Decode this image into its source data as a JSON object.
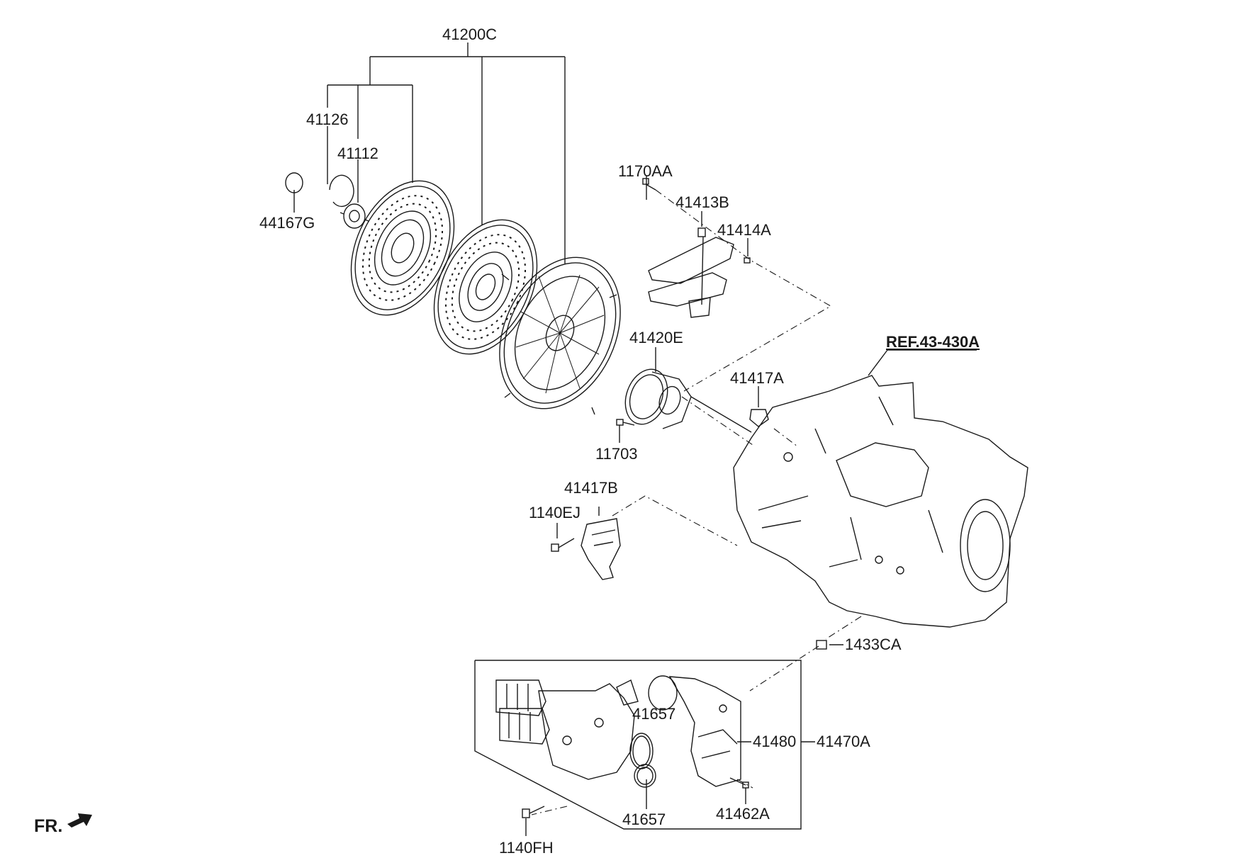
{
  "labels": {
    "p41200C": "41200C",
    "p41126": "41126",
    "p41112": "41112",
    "p44167G": "44167G",
    "p1170AA": "1170AA",
    "p41413B": "41413B",
    "p41414A": "41414A",
    "p41420E": "41420E",
    "p41417A": "41417A",
    "p11703": "11703",
    "p41417B": "41417B",
    "p1140EJ": "1140EJ",
    "ref": "REF.43-430A",
    "p1433CA": "1433CA",
    "p41657a": "41657",
    "p41480": "41480",
    "p41470A": "41470A",
    "p41657b": "41657",
    "p41462A": "41462A",
    "p1140FH": "1140FH",
    "fr": "FR."
  },
  "colors": {
    "line": "#1a1a1a",
    "background": "#ffffff"
  }
}
